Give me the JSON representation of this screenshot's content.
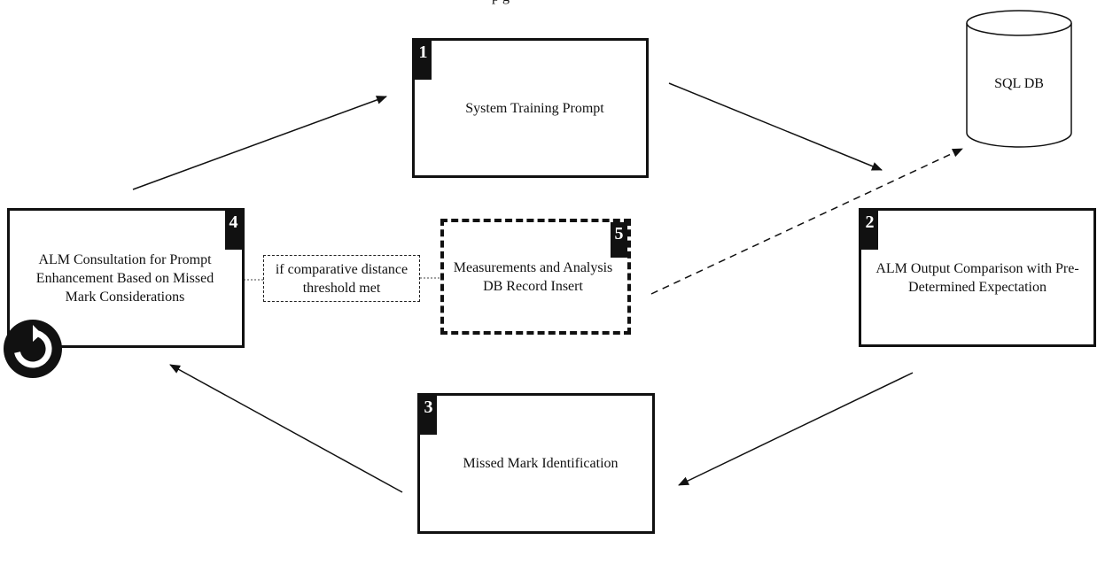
{
  "diagram": {
    "top_fragment": "p g",
    "nodes": [
      {
        "id": "1",
        "badge": "1",
        "label": "System Training Prompt"
      },
      {
        "id": "2",
        "badge": "2",
        "label": "ALM Output Comparison with Pre-Determined Expectation"
      },
      {
        "id": "3",
        "badge": "3",
        "label": "Missed Mark Identification"
      },
      {
        "id": "4",
        "badge": "4",
        "label": "ALM Consultation for Prompt Enhancement Based on Missed Mark Considerations"
      },
      {
        "id": "5",
        "badge": "5",
        "label": "Measurements and Analysis DB Record Insert"
      }
    ],
    "condition": "if comparative distance threshold met",
    "database": "SQL DB",
    "loop_icon": "refresh-icon"
  }
}
